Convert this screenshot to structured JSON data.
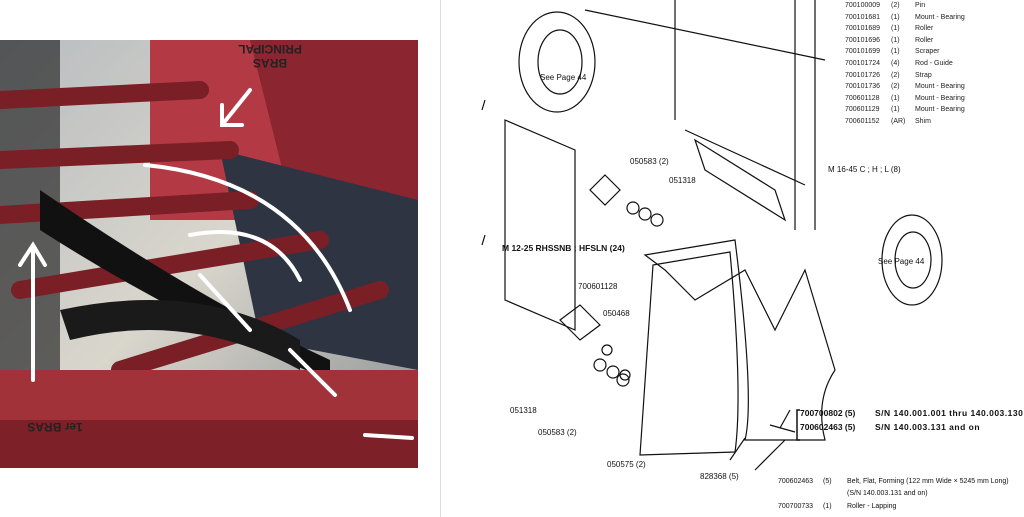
{
  "photo": {
    "labels": {
      "main_arm": "BRAS PRINCIPAL",
      "first_arm": "1er BRAS"
    }
  },
  "diagram": {
    "parts_list": [
      {
        "part": "700100009",
        "qty": "(2)",
        "desc": "Pin"
      },
      {
        "part": "700101681",
        "qty": "(1)",
        "desc": "Mount - Bearing"
      },
      {
        "part": "700101689",
        "qty": "(1)",
        "desc": "Roller"
      },
      {
        "part": "700101696",
        "qty": "(1)",
        "desc": "Roller"
      },
      {
        "part": "700101699",
        "qty": "(1)",
        "desc": "Scraper"
      },
      {
        "part": "700101724",
        "qty": "(4)",
        "desc": "Rod - Guide"
      },
      {
        "part": "700101726",
        "qty": "(2)",
        "desc": "Strap"
      },
      {
        "part": "700101736",
        "qty": "(2)",
        "desc": "Mount - Bearing"
      },
      {
        "part": "700601128",
        "qty": "(1)",
        "desc": "Mount - Bearing"
      },
      {
        "part": "700601129",
        "qty": "(1)",
        "desc": "Mount - Bearing"
      },
      {
        "part": "700601152",
        "qty": "(AR)",
        "desc": "Shim"
      }
    ],
    "callouts": {
      "see_page_top": "See Page 44",
      "see_page_right": "See Page 44",
      "c050583_top": "050583 (2)",
      "c051318_top": "051318",
      "m16": "M 16-45 C ; H ; L (8)",
      "m12": "M 12-25 RHSSNB ; HFSLN (24)",
      "c700601128": "700601128",
      "c050468": "050468",
      "c051318_bottom": "051318",
      "c050583_bottom": "050583 (2)",
      "c050575": "050575 (2)",
      "c828368": "828368 (5)"
    },
    "belt_refs": [
      {
        "part": "700700802 (5)",
        "sn": "S/N 140.001.001 thru 140.003.130"
      },
      {
        "part": "700602463 (5)",
        "sn": "S/N 140.003.131 and on"
      }
    ],
    "footer_list": [
      {
        "part": "700602463",
        "qty": "(5)",
        "desc": "Belt, Flat, Forming (122 mm Wide × 5245 mm Long)",
        "desc2": "(S/N 140.003.131 and on)"
      },
      {
        "part": "700700733",
        "qty": "(1)",
        "desc": "Roller - Lapping"
      }
    ]
  }
}
